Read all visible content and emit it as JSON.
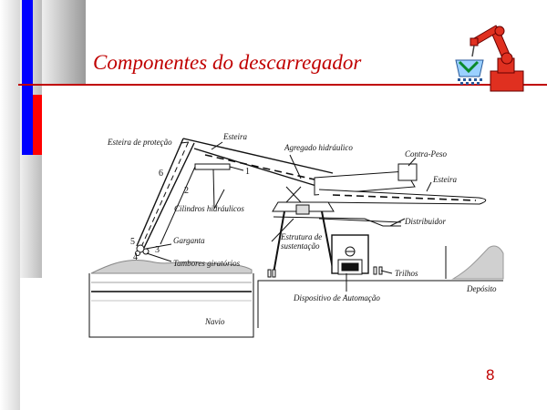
{
  "slide": {
    "title": "Componentes do descarregador",
    "page_number": "8",
    "colors": {
      "accent": "#c00000",
      "side_blue": "#0000ff",
      "side_red": "#ff0000",
      "robot": "#e03020"
    }
  },
  "diagram": {
    "labels": {
      "esteira_protecao": "Esteira de proteção",
      "esteira_top": "Esteira",
      "agregado_hidraulico": "Agregado hidráulico",
      "contra_peso": "Contra-Peso",
      "esteira_right": "Esteira",
      "cilindros_hidraulicos": "Cilindros hidráulicos",
      "distribuidor": "Distribuidor",
      "garganta": "Garganta",
      "estrutura_sustentacao_1": "Estrutura de",
      "estrutura_sustentacao_2": "sustentação",
      "tambores_giratorios": "Tambores giratórios",
      "trilhos": "Trilhos",
      "deposito": "Depósito",
      "dispositivo_automacao": "Dispositivo de Automação",
      "navio": "Navio"
    },
    "numbers": {
      "n1": "1",
      "n2": "2",
      "n3": "3",
      "n4": "4",
      "n5": "5",
      "n6": "6"
    }
  }
}
